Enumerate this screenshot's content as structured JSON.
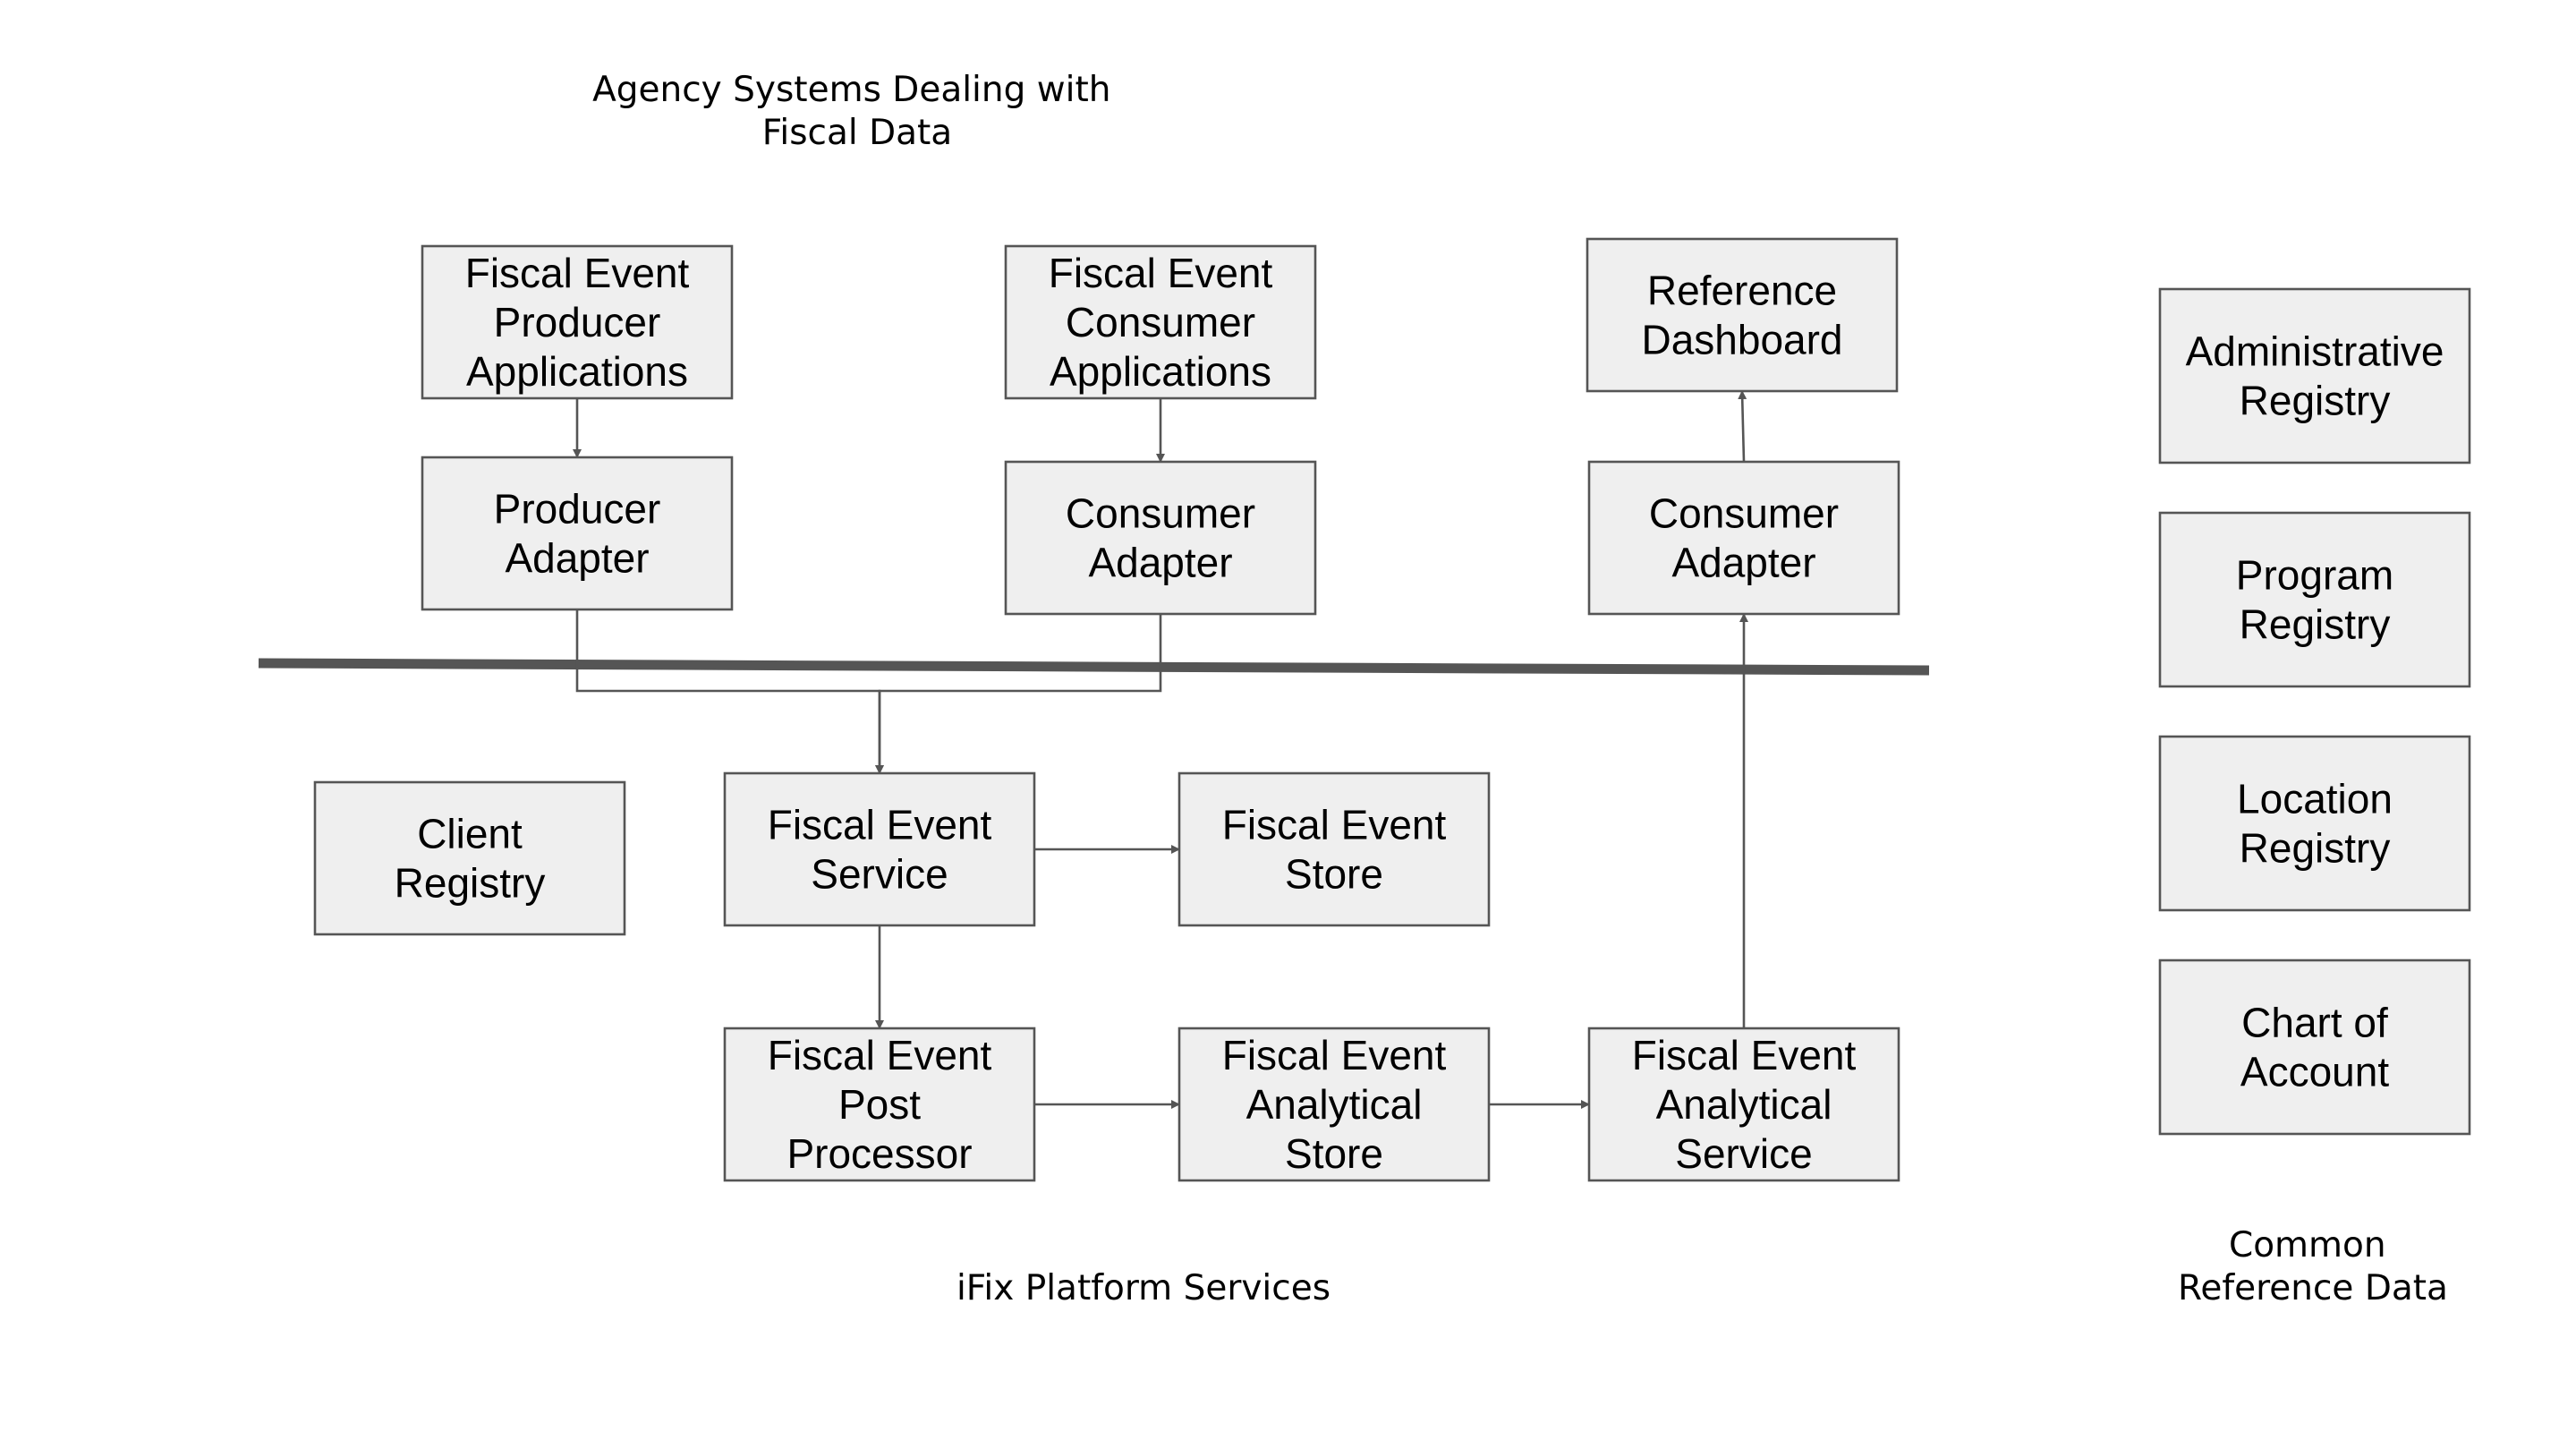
{
  "diagram": {
    "captions": {
      "agency": [
        "Agency Systems Dealing with",
        "Fiscal Data"
      ],
      "platform": [
        "iFix Platform Services"
      ],
      "reference": [
        "Common",
        "Reference Data"
      ]
    },
    "nodes": [
      {
        "id": "producer-apps",
        "lines": [
          "Fiscal Event",
          "Producer",
          "Applications"
        ]
      },
      {
        "id": "consumer-apps",
        "lines": [
          "Fiscal Event",
          "Consumer",
          "Applications"
        ]
      },
      {
        "id": "reference-dashboard",
        "lines": [
          "Reference",
          "Dashboard"
        ]
      },
      {
        "id": "producer-adapter",
        "lines": [
          "Producer",
          "Adapter"
        ]
      },
      {
        "id": "consumer-adapter-1",
        "lines": [
          "Consumer",
          "Adapter"
        ]
      },
      {
        "id": "consumer-adapter-2",
        "lines": [
          "Consumer",
          "Adapter"
        ]
      },
      {
        "id": "client-registry",
        "lines": [
          "Client",
          "Registry"
        ]
      },
      {
        "id": "fiscal-event-service",
        "lines": [
          "Fiscal Event",
          "Service"
        ]
      },
      {
        "id": "fiscal-event-store",
        "lines": [
          "Fiscal Event",
          "Store"
        ]
      },
      {
        "id": "fiscal-event-post-processor",
        "lines": [
          "Fiscal Event",
          "Post",
          "Processor"
        ]
      },
      {
        "id": "fiscal-event-analytical-store",
        "lines": [
          "Fiscal Event",
          "Analytical",
          "Store"
        ]
      },
      {
        "id": "fiscal-event-analytical-service",
        "lines": [
          "Fiscal Event",
          "Analytical",
          "Service"
        ]
      },
      {
        "id": "administrative-registry",
        "lines": [
          "Administrative",
          "Registry"
        ]
      },
      {
        "id": "program-registry",
        "lines": [
          "Program",
          "Registry"
        ]
      },
      {
        "id": "location-registry",
        "lines": [
          "Location",
          "Registry"
        ]
      },
      {
        "id": "chart-of-account",
        "lines": [
          "Chart of",
          "Account"
        ]
      }
    ],
    "edges": [
      {
        "from": "producer-apps",
        "to": "producer-adapter"
      },
      {
        "from": "consumer-apps",
        "to": "consumer-adapter-1"
      },
      {
        "from": "consumer-adapter-2",
        "to": "reference-dashboard"
      },
      {
        "from": "producer-adapter",
        "to": "fiscal-event-service"
      },
      {
        "from": "consumer-adapter-1",
        "to": "fiscal-event-service"
      },
      {
        "from": "fiscal-event-service",
        "to": "fiscal-event-store"
      },
      {
        "from": "fiscal-event-service",
        "to": "fiscal-event-post-processor"
      },
      {
        "from": "fiscal-event-post-processor",
        "to": "fiscal-event-analytical-store"
      },
      {
        "from": "fiscal-event-analytical-store",
        "to": "fiscal-event-analytical-service"
      },
      {
        "from": "fiscal-event-analytical-service",
        "to": "consumer-adapter-2"
      }
    ]
  }
}
